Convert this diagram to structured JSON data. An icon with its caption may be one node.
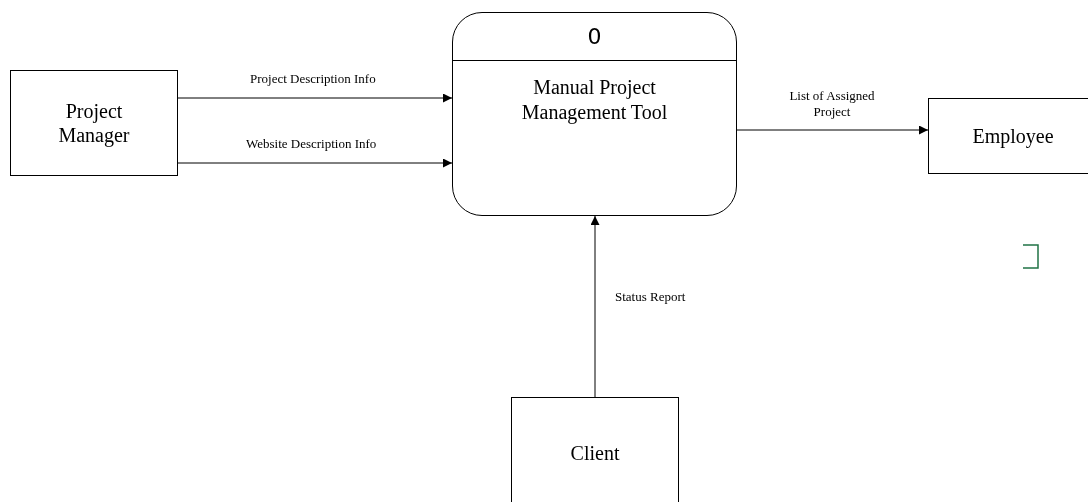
{
  "diagram": {
    "nodes": [
      {
        "text": [
          "Project Manager"
        ]
      },
      {
        "text": [
          "0",
          "Manual Project Management Tool"
        ]
      },
      {
        "text": [
          "Employee"
        ]
      },
      {
        "text": [
          "Client"
        ]
      }
    ],
    "edges": [
      {
        "from": 0,
        "to": 1,
        "arrow": "to",
        "label": "Project Description Info"
      },
      {
        "from": 0,
        "to": 1,
        "arrow": "to",
        "label": "Website Description Info"
      },
      {
        "from": 1,
        "to": 2,
        "arrow": "to",
        "label": "List of Assigned Project"
      },
      {
        "from": 3,
        "to": 1,
        "arrow": "to",
        "label": "Status Report"
      }
    ]
  }
}
